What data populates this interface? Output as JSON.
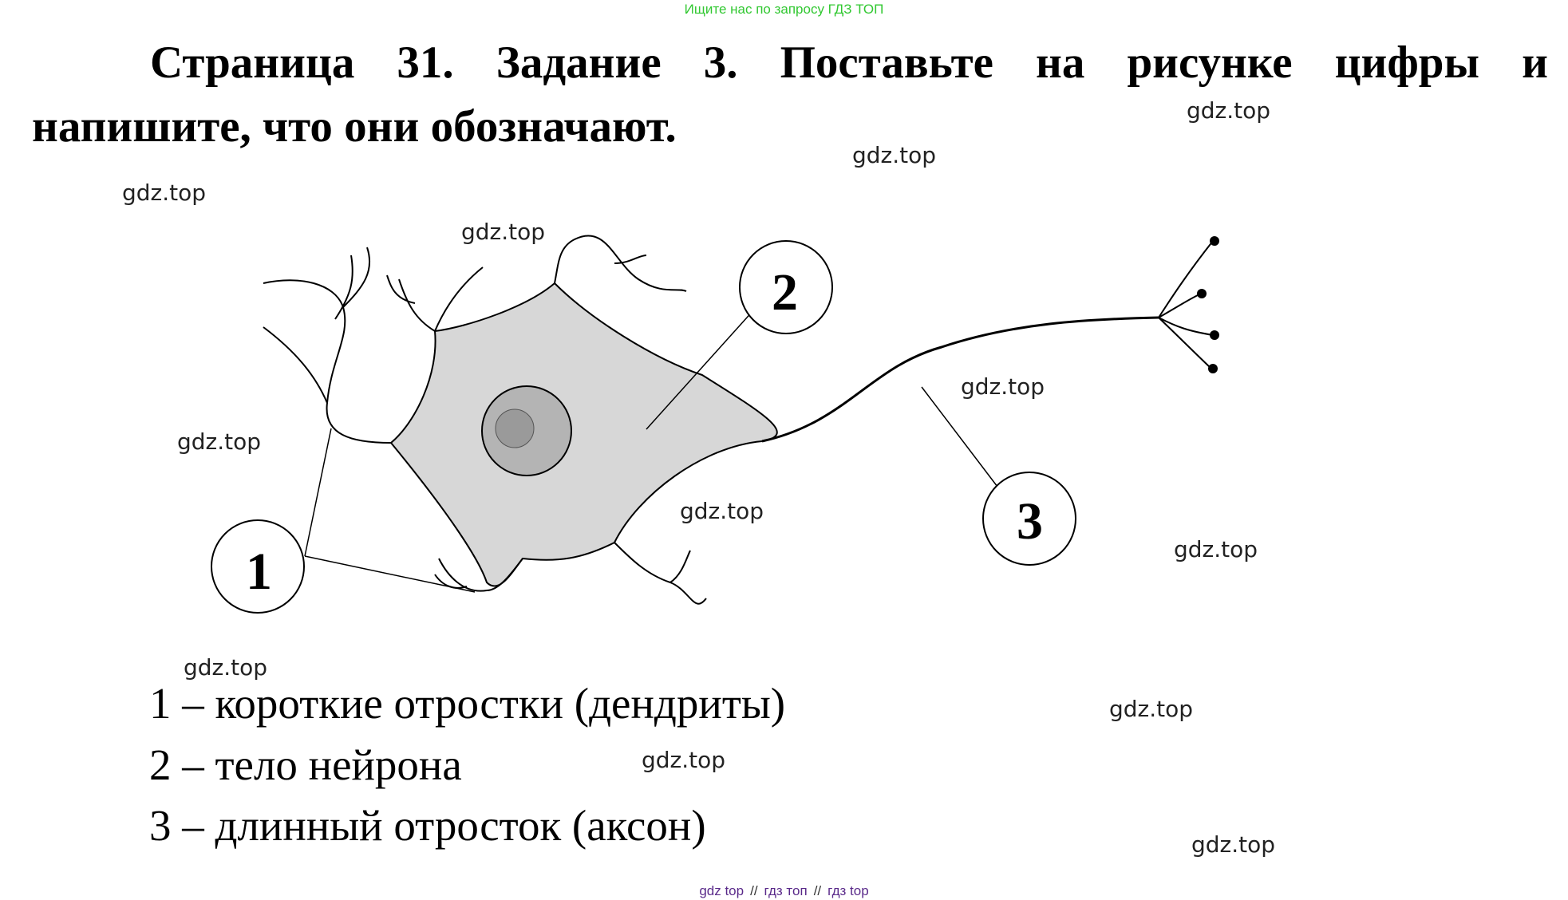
{
  "banner": "Ищите нас по запросу ГДЗ ТОП",
  "title": {
    "line1_words": [
      "Страница",
      "31.",
      "Задание",
      "3.",
      "Поставьте",
      "на",
      "рисунке",
      "цифры",
      "и"
    ],
    "line2": "напишите, что они обозначают."
  },
  "watermark": "gdz.top",
  "diagram": {
    "labels": [
      "1",
      "2",
      "3"
    ]
  },
  "answers": [
    "1 – короткие отростки (дендриты)",
    "2 – тело нейрона",
    "3 – длинный отросток (аксон)"
  ],
  "bottom_links": [
    "gdz top",
    "гдз топ",
    "гдз top"
  ],
  "bottom_separator": "//",
  "colors": {
    "banner": "#32c832",
    "links": "#5a2a8a",
    "cell_fill": "#d7d7d7",
    "nucleus_fill": "#b4b4b4",
    "nucleolus_fill": "#9a9a9a"
  }
}
